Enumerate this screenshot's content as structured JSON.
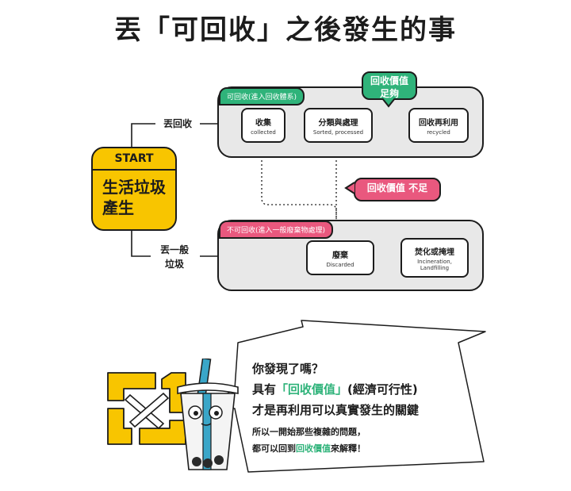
{
  "title": "丟「可回收」之後發生的事",
  "start": {
    "label": "START",
    "title_line1": "生活垃圾",
    "title_line2": "產生"
  },
  "recycle_path": {
    "side_label": "丟回收",
    "panel_tag": "可回收(進入回收體系)",
    "nodes": [
      {
        "zh": "收集",
        "en": "collected"
      },
      {
        "zh": "分類與處理",
        "en": "Sorted, processed"
      },
      {
        "zh": "回收再利用",
        "en": "recycled"
      }
    ],
    "callout_line1": "回收價值",
    "callout_line2": "足夠"
  },
  "general_path": {
    "side_label_line1": "丟一般",
    "side_label_line2": "垃圾",
    "panel_tag": "不可回收(進入一般廢棄物處理)",
    "nodes": [
      {
        "zh": "廢棄",
        "en": "Discarded"
      },
      {
        "zh": "焚化或掩埋",
        "en_line1": "Incineration,",
        "en_line2": "Landfilling"
      }
    ]
  },
  "insufficient_callout": "回收價值 不足",
  "bubble": {
    "line1": "你發現了嗎？",
    "line2_pre": "具有",
    "line2_highlight": "「回收價值」",
    "line2_post": "(經濟可行性)",
    "line3": "才是再利用可以真實發生的關鍵",
    "line4": "所以一開始那些複雜的問題，",
    "line5_pre": "都可以回到",
    "line5_highlight": "回收價值",
    "line5_post": "來解釋！"
  },
  "colors": {
    "green": "#2fb37a",
    "pink": "#e9587e",
    "yellow": "#f8c500",
    "panel": "#e8e8e8",
    "ink": "#1c1c1c",
    "cup_straw": "#3aa6c8"
  },
  "icons": [
    "recycle-icon",
    "bubble-tea-mascot-icon"
  ]
}
